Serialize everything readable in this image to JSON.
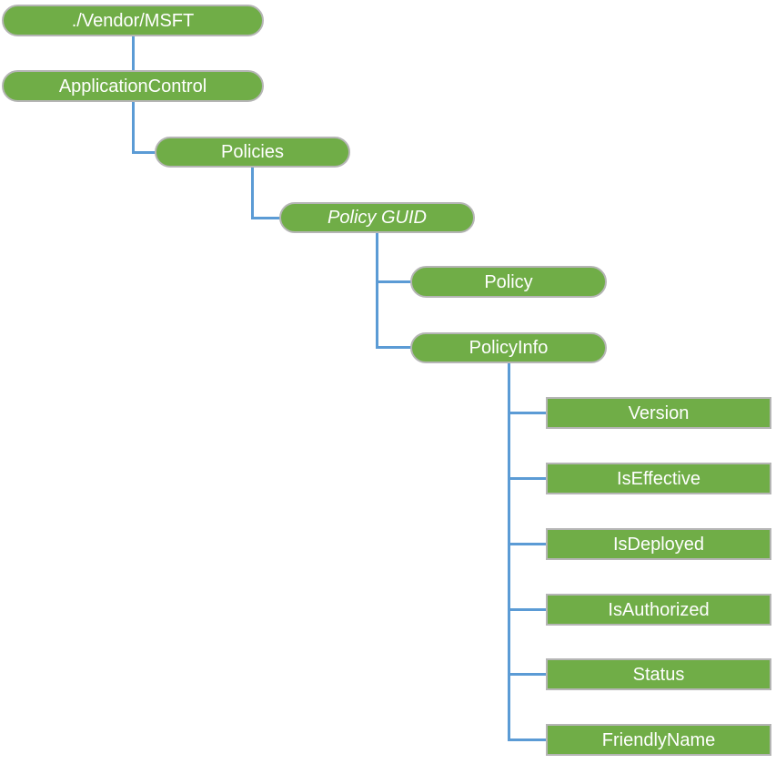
{
  "diagram": {
    "type": "tree",
    "colors": {
      "node_fill": "#70ad47",
      "node_border": "#b5b5b5",
      "node_text": "#ffffff",
      "connector": "#5b9bd5",
      "background": "#ffffff"
    },
    "nodes": {
      "root": "./Vendor/MSFT",
      "application_control": "ApplicationControl",
      "policies": "Policies",
      "policy_guid": "Policy GUID",
      "policy": "Policy",
      "policy_info": "PolicyInfo",
      "policy_info_children": [
        "Version",
        "IsEffective",
        "IsDeployed",
        "IsAuthorized",
        "Status",
        "FriendlyName"
      ]
    }
  }
}
